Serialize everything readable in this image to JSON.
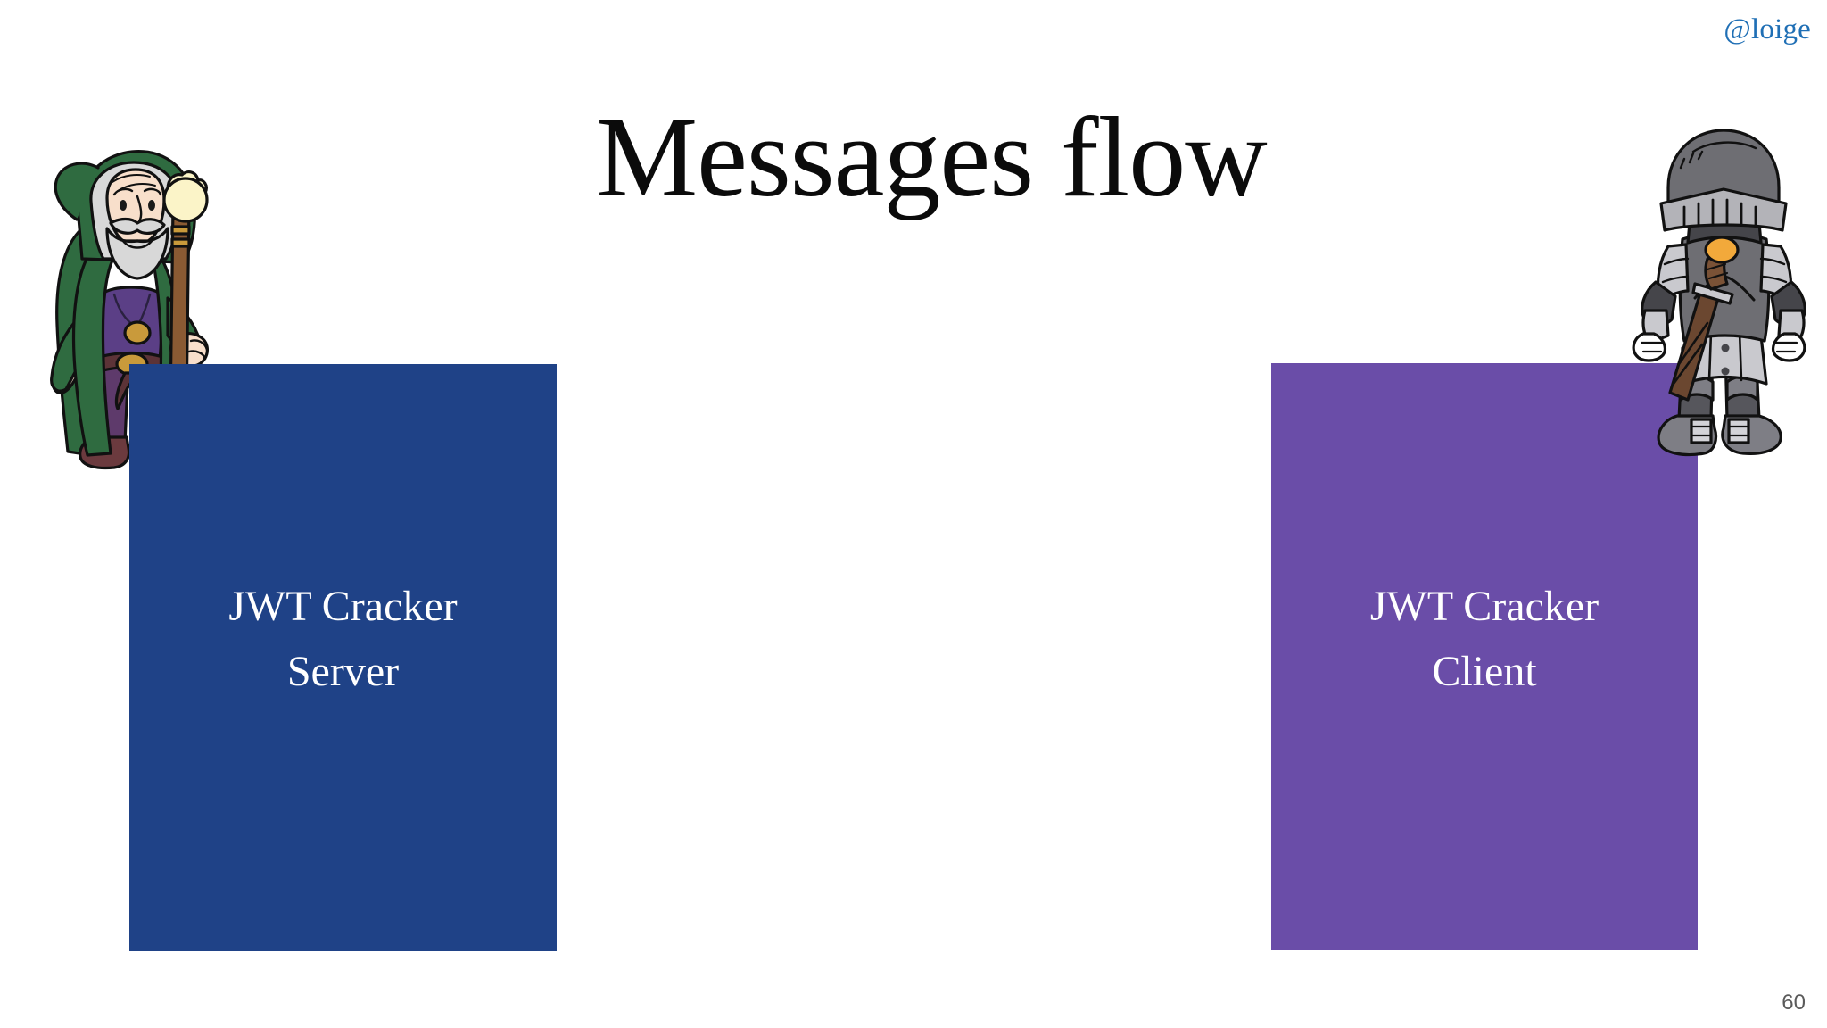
{
  "slide": {
    "handle": "@loige",
    "title": "Messages flow",
    "page_number": "60",
    "background_color": "#ffffff"
  },
  "boxes": [
    {
      "id": "server",
      "lines": [
        "JWT Cracker",
        "Server"
      ],
      "color": "#1F4287",
      "text_color": "#ffffff"
    },
    {
      "id": "client",
      "lines": [
        "JWT Cracker",
        "Client"
      ],
      "color": "#6A4DA8",
      "text_color": "#ffffff"
    }
  ],
  "characters": [
    {
      "id": "wizard",
      "name": "wizard-character",
      "description": "cartoon wizard with green hooded cloak, white hair and beard, purple tunic, gold medallion, wooden staff with glowing orb",
      "colors": {
        "cloak": "#2F6B40",
        "cloak_dark": "#235233",
        "hair": "#D8D8D8",
        "skin": "#F8DFCB",
        "tunic": "#5B3F86",
        "pants": "#5E3A6B",
        "boots": "#6B3A3E",
        "gold": "#C99A3B",
        "staff": "#8A5A33",
        "orb": "#FBF4C8"
      }
    },
    {
      "id": "knight",
      "name": "knight-character",
      "description": "cartoon knight in grey plate armor with visored helm, pauldrons, fauld skirt and sheathed sword with gold pommel",
      "colors": {
        "armor_dark": "#6E6E73",
        "armor_mid": "#8A8A90",
        "armor_light": "#C9C9CE",
        "armor_shadow": "#45454A",
        "outline": "#111111",
        "sword_grip": "#7A5236",
        "sword_grip_dark": "#5C3B26",
        "pommel": "#F2A93B"
      }
    }
  ],
  "accent_colors": {
    "handle_blue": "#1F6FB5",
    "title_black": "#0b0b0b",
    "page_number_grey": "#5b5b5b"
  }
}
